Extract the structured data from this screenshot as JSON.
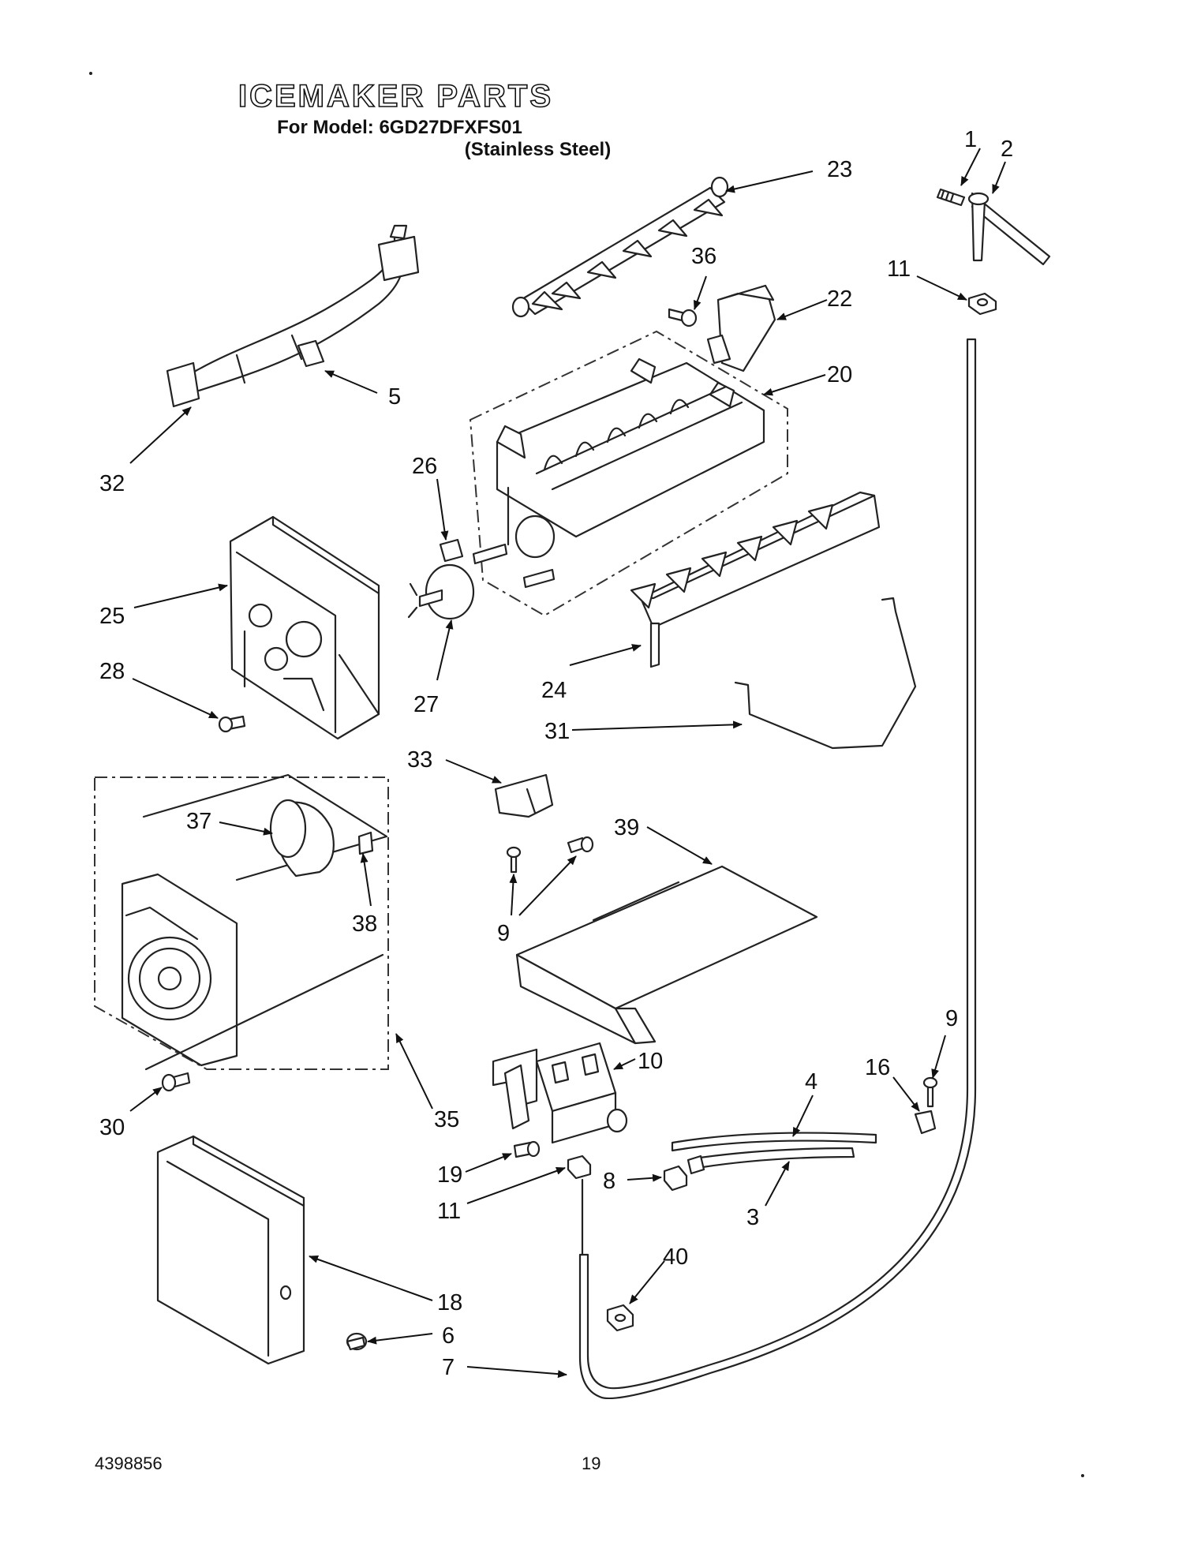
{
  "header": {
    "title": "ICEMAKER PARTS",
    "model_line": "For Model: 6GD27DFXFS01",
    "variant": "(Stainless Steel)"
  },
  "footer": {
    "doc_number": "4398856",
    "page_number": "19"
  },
  "callouts": [
    "1",
    "2",
    "3",
    "4",
    "5",
    "6",
    "7",
    "8",
    "9",
    "9",
    "10",
    "11",
    "11",
    "16",
    "18",
    "19",
    "20",
    "22",
    "23",
    "24",
    "25",
    "26",
    "27",
    "28",
    "30",
    "31",
    "32",
    "33",
    "35",
    "36",
    "37",
    "38",
    "39",
    "40"
  ]
}
